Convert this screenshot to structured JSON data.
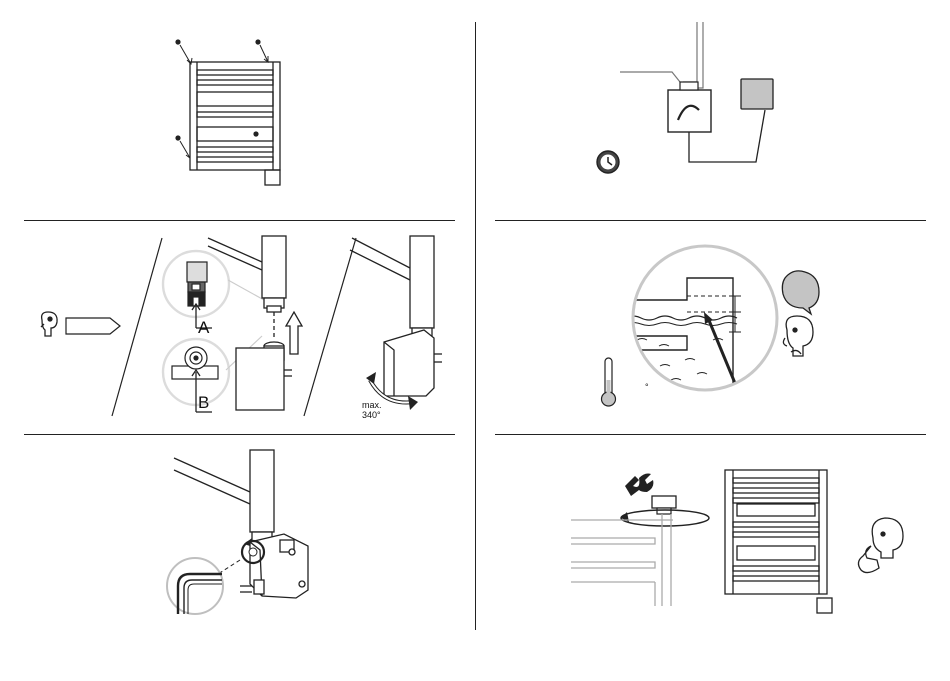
{
  "panel_b2": {
    "label_a": "A",
    "label_b": "B",
    "rotation_max": "max.",
    "rotation_angle": "340°"
  },
  "panel_r2": {
    "temp_unit": "°"
  },
  "colors": {
    "line": "#222222",
    "grey_fill": "#c4c4c4",
    "light_circle": "#dedede",
    "dark_fill": "#333333"
  }
}
